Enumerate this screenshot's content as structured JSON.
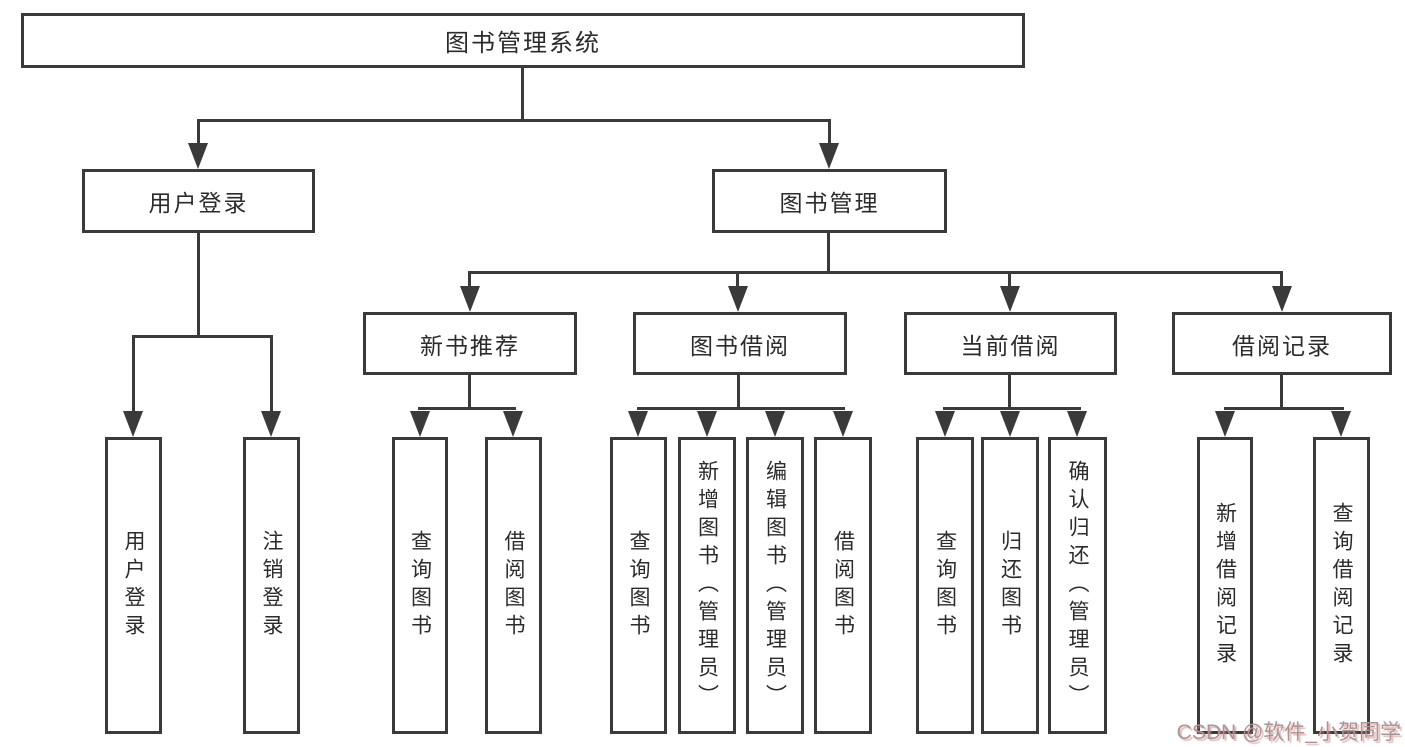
{
  "diagram": {
    "root": {
      "label": "图书管理系统"
    },
    "level2": {
      "user_login": {
        "label": "用户登录"
      },
      "book_mgmt": {
        "label": "图书管理"
      }
    },
    "level3": {
      "new_book": {
        "label": "新书推荐"
      },
      "book_borrow": {
        "label": "图书借阅"
      },
      "current_borrow": {
        "label": "当前借阅"
      },
      "borrow_record": {
        "label": "借阅记录"
      }
    },
    "leaves": {
      "user_login": {
        "label": "用户登录"
      },
      "logout": {
        "label": "注销登录"
      },
      "nb_query": {
        "label": "查询图书"
      },
      "nb_borrow": {
        "label": "借阅图书"
      },
      "bb_query": {
        "label": "查询图书"
      },
      "bb_add": {
        "label": "新增图书（管理员）"
      },
      "bb_edit": {
        "label": "编辑图书（管理员）"
      },
      "bb_borrow": {
        "label": "借阅图书"
      },
      "cb_query": {
        "label": "查询图书"
      },
      "cb_return": {
        "label": "归还图书"
      },
      "cb_confirm": {
        "label": "确认归还（管理员）"
      },
      "br_add": {
        "label": "新增借阅记录"
      },
      "br_query": {
        "label": "查询借阅记录"
      }
    }
  },
  "watermark": {
    "text": "CSDN @软件_小贺同学"
  },
  "colors": {
    "line": "#3a3a3a",
    "text": "#2b2b2b",
    "background": "#ffffff",
    "watermark_text": "#9b9b9b",
    "watermark_shadow": "#f06e6e"
  }
}
